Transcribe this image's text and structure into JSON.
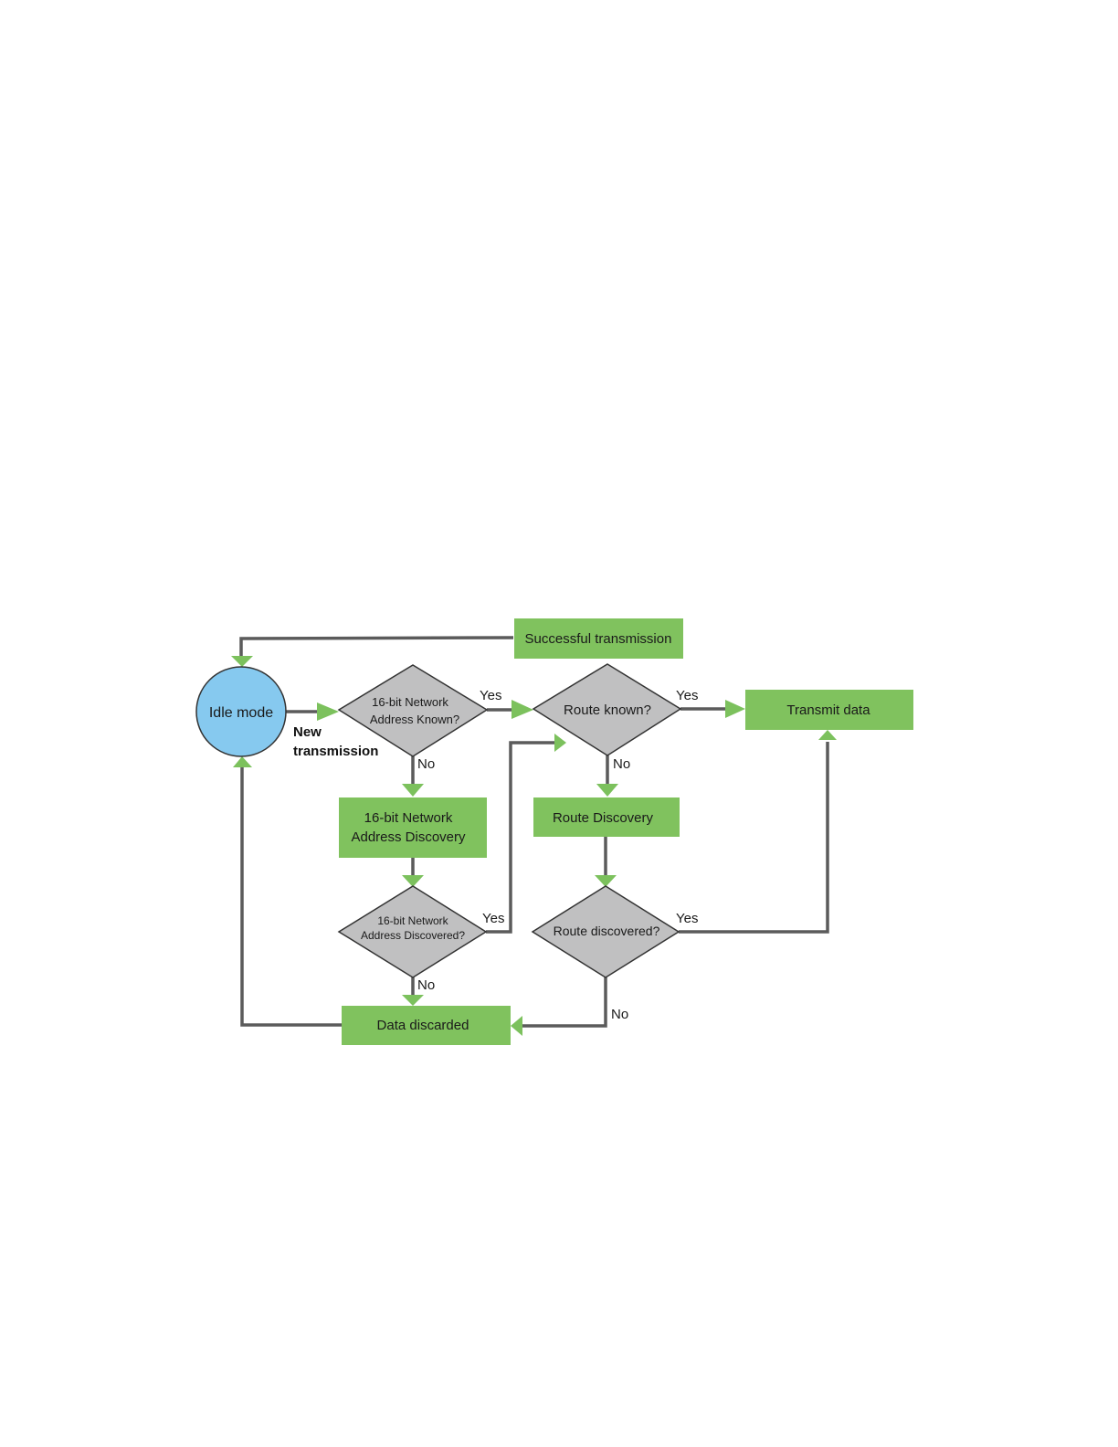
{
  "colors": {
    "process_fill": "#80c25e",
    "decision_fill": "#c0c0c1",
    "start_fill": "#86c9ef",
    "outline": "#333333",
    "connector": "#5b5b5b",
    "arrowhead": "#7cc15d"
  },
  "nodes": {
    "idle_mode": {
      "label": "Idle mode"
    },
    "successful_transmission": {
      "label": "Successful transmission"
    },
    "address_known": {
      "line1": "16-bit Network",
      "line2": "Address Known?"
    },
    "route_known": {
      "label": "Route known?"
    },
    "transmit_data": {
      "label": "Transmit data"
    },
    "address_discovery": {
      "line1": "16-bit Network",
      "line2": "Address Discovery"
    },
    "route_discovery": {
      "label": "Route Discovery"
    },
    "address_discovered": {
      "line1": "16-bit Network",
      "line2": "Address Discovered?"
    },
    "route_discovered": {
      "label": "Route discovered?"
    },
    "data_discarded": {
      "label": "Data discarded"
    }
  },
  "edge_labels": {
    "new_transmission_line1": "New",
    "new_transmission_line2": "transmission",
    "address_known_yes": "Yes",
    "address_known_no": "No",
    "route_known_yes": "Yes",
    "route_known_no": "No",
    "address_discovered_yes": "Yes",
    "address_discovered_no": "No",
    "route_discovered_yes": "Yes",
    "route_discovered_no": "No"
  }
}
